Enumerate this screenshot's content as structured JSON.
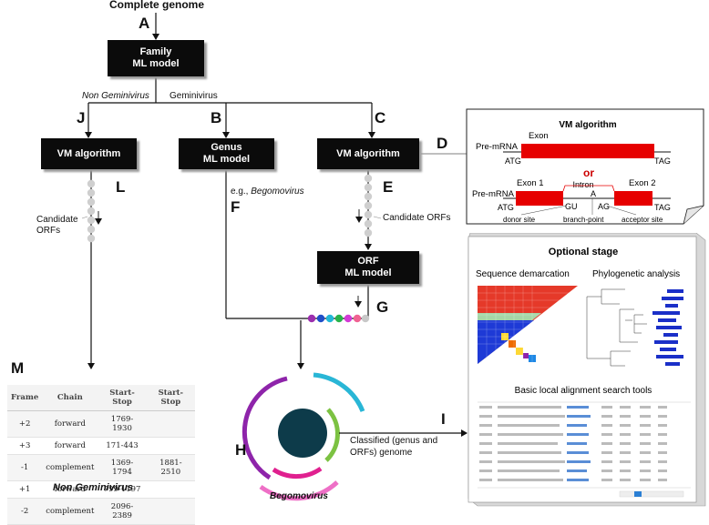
{
  "title": "Complete genome",
  "letters": {
    "A": "A",
    "B": "B",
    "C": "C",
    "D": "D",
    "E": "E",
    "F": "F",
    "G": "G",
    "H": "H",
    "I": "I",
    "J": "J",
    "L": "L",
    "M": "M"
  },
  "boxes": {
    "family": [
      "Family",
      "ML model"
    ],
    "vm_left": "VM algorithm",
    "genus": [
      "Genus",
      "ML model"
    ],
    "vm_right": "VM algorithm",
    "orf": [
      "ORF",
      "ML model"
    ]
  },
  "branches": {
    "non_gemini": "Non Geminivirus",
    "gemini": "Geminivirus"
  },
  "labels": {
    "eg": "e.g., ",
    "eg_genus": "Begomovirus",
    "candidate_left": [
      "Candidate",
      "ORFs"
    ],
    "candidate_right": "Candidate ORFs",
    "classified": [
      "Classified (genus and",
      "ORFs) genome"
    ],
    "begomovirus": "Begomovirus",
    "non_geminivirus": "Non Geminivirus"
  },
  "vm_panel": {
    "title": "VM algorithm",
    "premrna": "Pre-mRNA",
    "exon": "Exon",
    "atg": "ATG",
    "tag": "TAG",
    "or": "or",
    "intron": "Intron",
    "exon1": "Exon 1",
    "exon2": "Exon 2",
    "gu": "GU",
    "a": "A",
    "ag": "AG",
    "donor": "donor site",
    "branch": "branch-point",
    "acceptor": "acceptor site"
  },
  "optional": {
    "title": "Optional stage",
    "seq": "Sequence demarcation",
    "phylo": "Phylogenetic analysis",
    "blast": "Basic local alignment search tools"
  },
  "table": {
    "headers": [
      "Frame",
      "Chain",
      "Start-Stop",
      "Start-Stop"
    ],
    "rows": [
      [
        "+2",
        "forward",
        "1769-1930",
        ""
      ],
      [
        "+3",
        "forward",
        "171-443",
        ""
      ],
      [
        "-1",
        "complement",
        "1369-1794",
        "1881-2510"
      ],
      [
        "+1",
        "forward",
        "799-1197",
        ""
      ],
      [
        "-2",
        "complement",
        "2096-2389",
        ""
      ]
    ]
  },
  "colors": {
    "box": "#0b0b0b",
    "exon": "#e60000",
    "or": "#cc0000",
    "orf_dots": [
      "#9b2fae",
      "#1f4fc8",
      "#23b8d6",
      "#29b34a",
      "#d33ad6",
      "#f06292",
      "#c8c8c8"
    ],
    "ring_purple": "#8e24aa",
    "ring_cyan": "#29b6d6",
    "ring_green": "#7cc242",
    "ring_pink": "#ee6fc6",
    "ring_magenta": "#e0208f",
    "core": "#0d3b4a"
  }
}
